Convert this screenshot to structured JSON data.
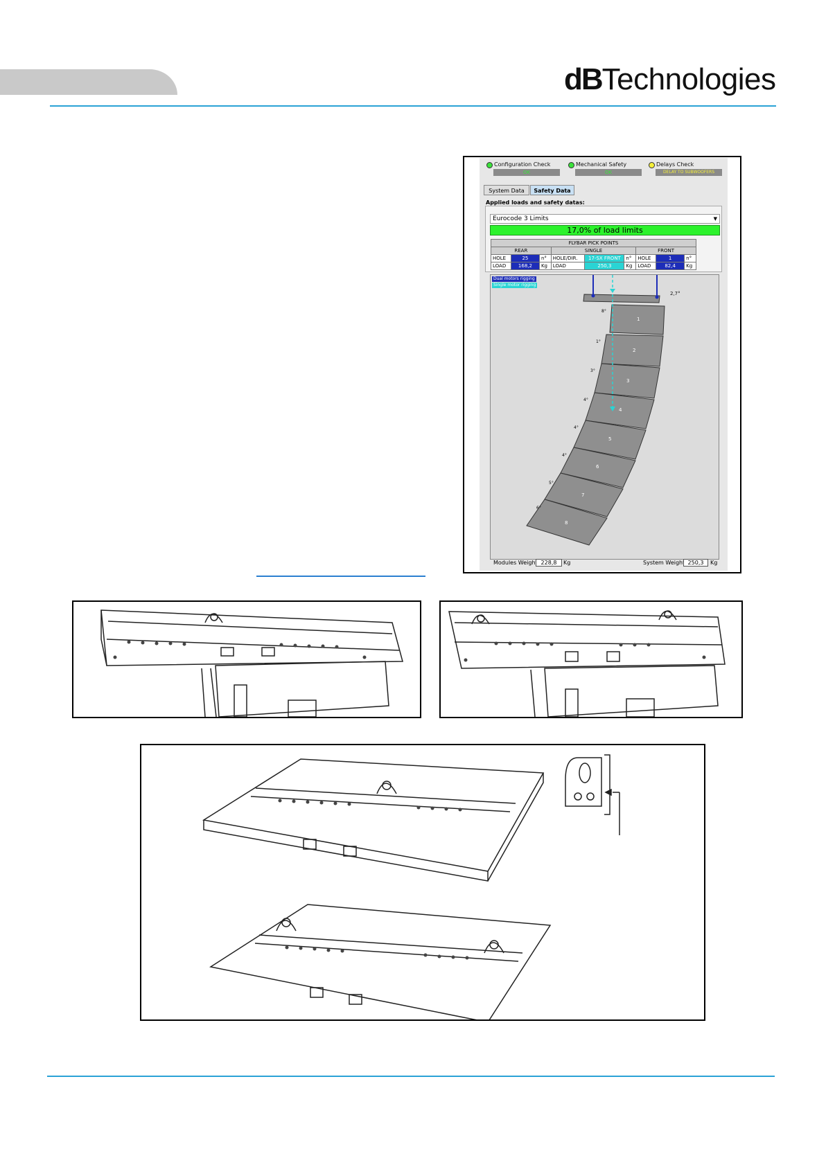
{
  "header": {
    "logo_bold": "dB",
    "logo_rest": "Technologies"
  },
  "software": {
    "checks": [
      {
        "label": "Configuration Check",
        "value": "OK",
        "color": "#3be23b"
      },
      {
        "label": "Mechanical Safety",
        "value": "OK",
        "color": "#3be23b"
      },
      {
        "label": "Delays Check",
        "value": "DELAY TO SUBWOOFERS",
        "color": "#f5ef3a"
      }
    ],
    "tabs": [
      {
        "label": "System Data"
      },
      {
        "label": "Safety Data"
      }
    ],
    "section_label": "Applied loads and safety datas:",
    "dropdown_value": "Eurocode 3 Limits",
    "load_bar": {
      "text": "17,0% of load limits",
      "percent": 17.0,
      "color": "#2cf22c"
    },
    "points_table": {
      "title": "FLYBAR PICK POINTS",
      "groups": [
        "REAR",
        "SINGLE",
        "FRONT"
      ],
      "rows": [
        {
          "label_rear": "HOLE",
          "rear": "25",
          "unit_rear": "n°",
          "label_single": "HOLE/DIR.",
          "single": "17-SX FRONT",
          "unit_single": "n°",
          "label_front": "HOLE",
          "front": "1",
          "unit_front": "n°"
        },
        {
          "label_rear": "LOAD",
          "rear": "168,2",
          "unit_rear": "Kg",
          "label_single": "LOAD",
          "single": "250,3",
          "unit_single": "Kg",
          "label_front": "LOAD",
          "front": "82,4",
          "unit_front": "Kg"
        }
      ]
    },
    "legend": [
      {
        "label": "Dual motors rigging",
        "color": "#1d2db8"
      },
      {
        "label": "Single motor rigging",
        "color": "#2ad4d4"
      }
    ],
    "flybar_angle": "2,7°",
    "modules": [
      {
        "num": "1",
        "angle": "8°"
      },
      {
        "num": "2",
        "angle": "1°"
      },
      {
        "num": "3",
        "angle": "3°"
      },
      {
        "num": "4",
        "angle": "4°"
      },
      {
        "num": "5",
        "angle": "4°"
      },
      {
        "num": "6",
        "angle": "4°"
      },
      {
        "num": "7",
        "angle": "5°"
      },
      {
        "num": "8",
        "angle": "6°"
      }
    ],
    "footer": {
      "modules_label": "Modules Weight:",
      "modules_value": "228,8",
      "system_label": "System Weight:",
      "system_value": "250,3",
      "unit": "Kg"
    }
  }
}
